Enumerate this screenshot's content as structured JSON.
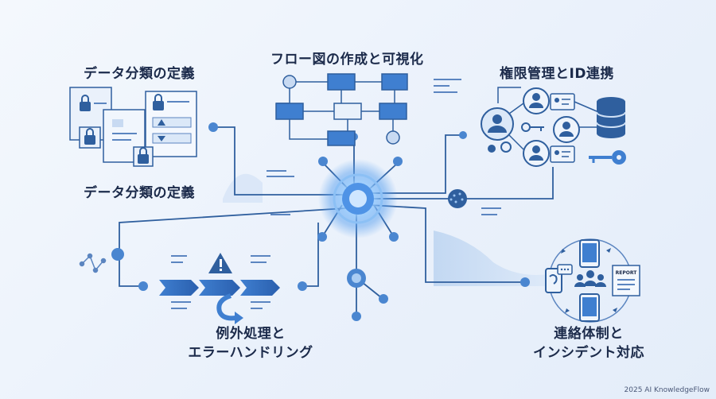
{
  "labels": {
    "classification_top": "データ分類の定義",
    "classification_bottom": "データ分類の定義",
    "flow": "フロー図の作成と可視化",
    "access": "権限管理とID連携",
    "exception_line1": "例外処理と",
    "exception_line2": "エラーハンドリング",
    "incident_line1": "連絡体制と",
    "incident_line2": "インシデント対応",
    "report_tag": "REPORT"
  },
  "footer": "2025 AI KnowledgeFlow",
  "colors": {
    "accent": "#3a7bd5",
    "line": "#2f5f9e",
    "node": "#4a86d0",
    "text": "#1b2a4a",
    "panel": "#dfe9f7"
  },
  "icons": [
    "lock-icon",
    "warning-icon",
    "user-icon",
    "key-icon",
    "database-icon",
    "phone-icon",
    "chat-icon",
    "report-icon",
    "arrow-icon"
  ]
}
